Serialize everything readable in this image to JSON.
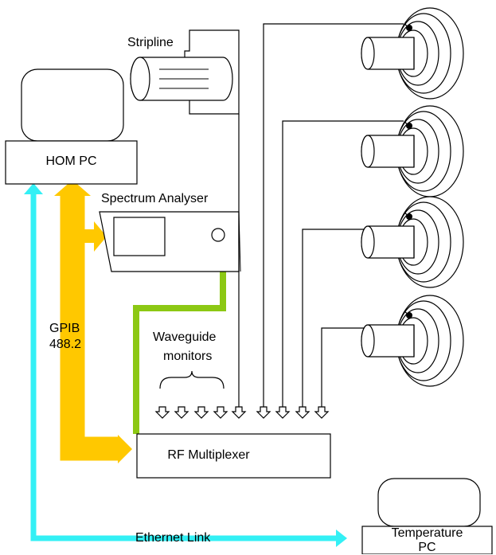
{
  "labels": {
    "stripline": "Stripline",
    "hom_pc": "HOM PC",
    "spectrum_analyser": "Spectrum Analyser",
    "gpib_line1": "GPIB",
    "gpib_line2": "488.2",
    "waveguide_line1": "Waveguide",
    "waveguide_line2": "monitors",
    "rf_multiplexer": "RF Multiplexer",
    "ethernet_link": "Ethernet Link",
    "temperature_line1": "Temperature",
    "temperature_line2": "PC"
  },
  "colors": {
    "gpib_arrow": "#ffc800",
    "ethernet_arrow": "#33f0f5",
    "analyser_link": "#8cc814",
    "outline": "#000000"
  }
}
